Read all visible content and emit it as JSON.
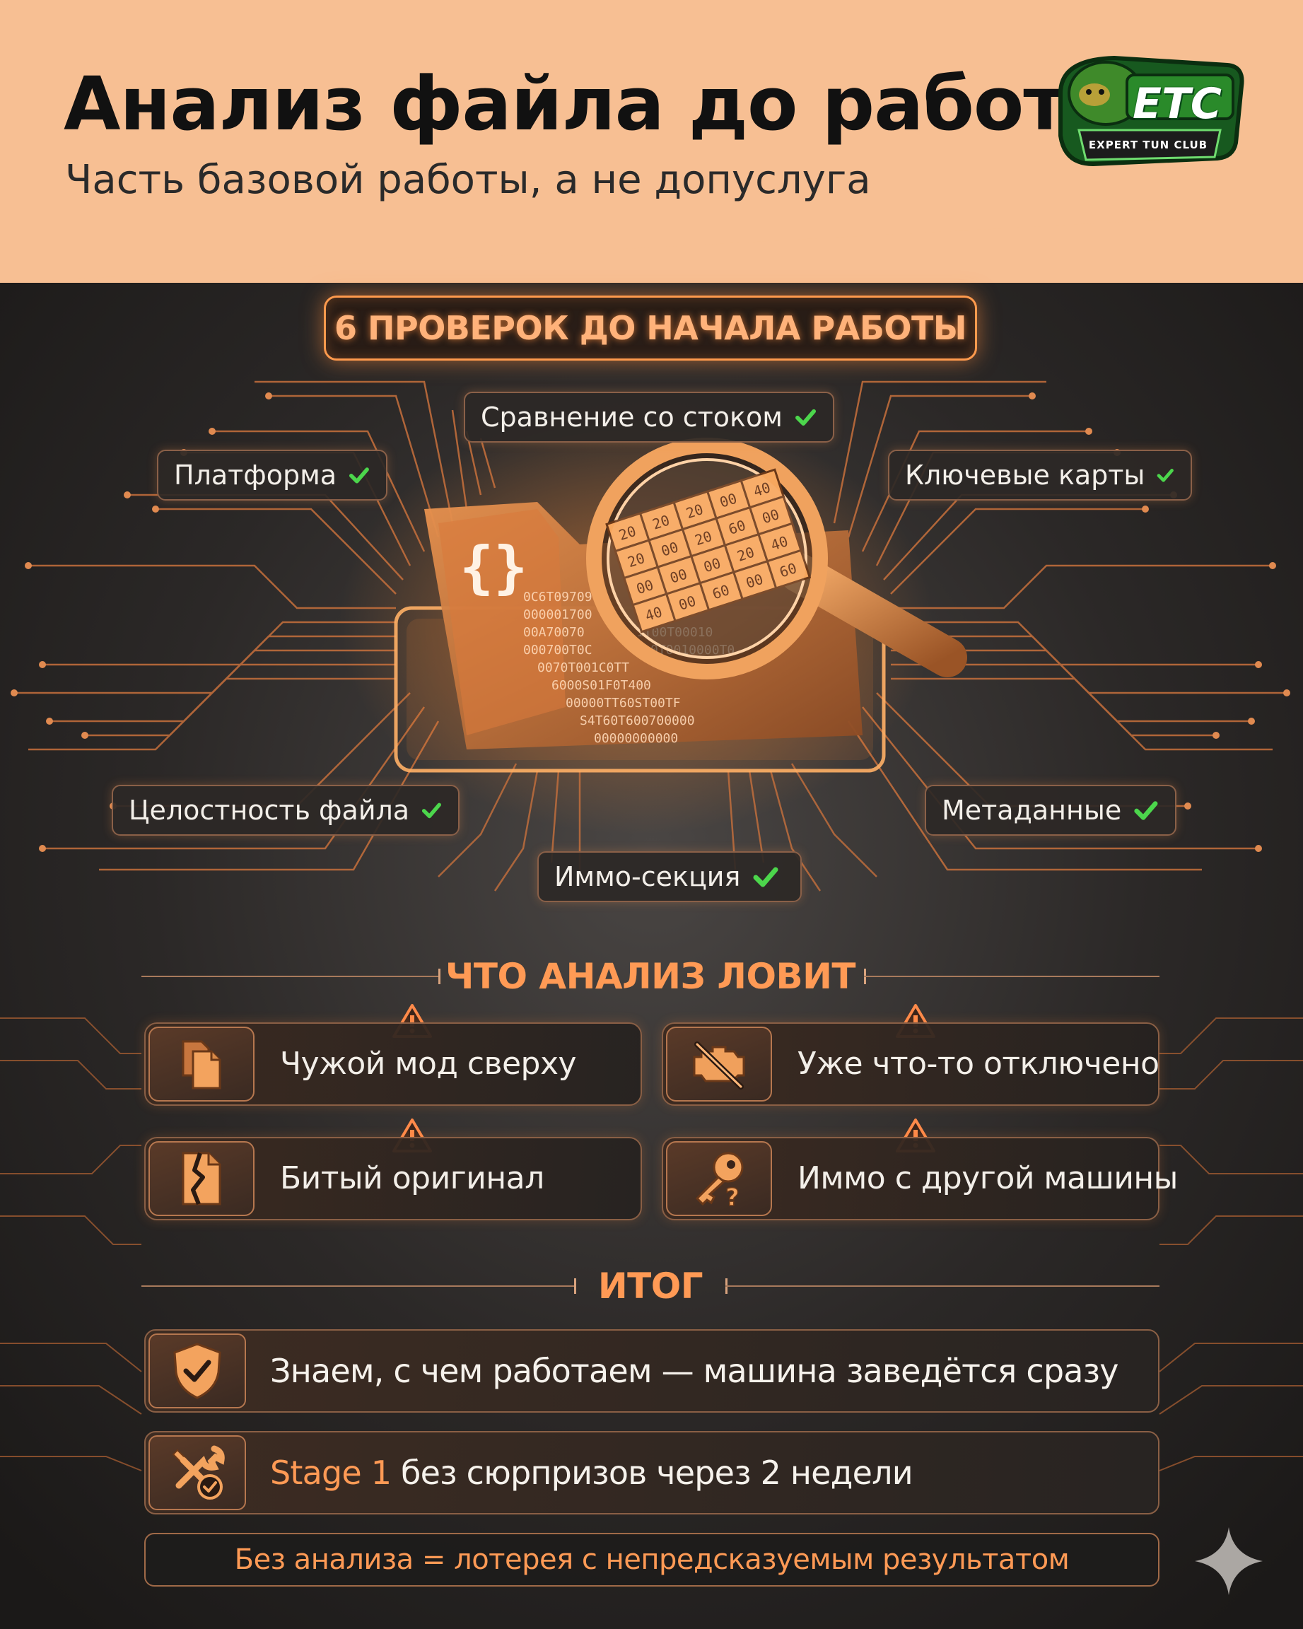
{
  "header": {
    "title": "Анализ файла до работы",
    "subtitle": "Часть базовой работы, а не допуслуга",
    "logo": {
      "main": "ETC",
      "caption": "EXPERT TUN CLUB",
      "icon": "turtle-logo-icon"
    }
  },
  "checks": {
    "heading": "6 ПРОВЕРОК ДО НАЧАЛА РАБОТЫ",
    "items": [
      {
        "label": "Сравнение со стоком",
        "icon": "check-icon"
      },
      {
        "label": "Платформа",
        "icon": "check-icon"
      },
      {
        "label": "Ключевые карты",
        "icon": "check-icon"
      },
      {
        "label": "Целостность файла",
        "icon": "check-icon"
      },
      {
        "label": "Метаданные",
        "icon": "check-icon"
      },
      {
        "label": "Иммо-секция",
        "icon": "check-icon"
      }
    ],
    "illustration": "magnifier-over-file-icon"
  },
  "catches": {
    "heading": "ЧТО АНАЛИЗ ЛОВИТ",
    "items": [
      {
        "label": "Чужой мод сверху",
        "icon": "copy-files-icon"
      },
      {
        "label": "Уже что-то отключено",
        "icon": "engine-disabled-icon"
      },
      {
        "label": "Битый оригинал",
        "icon": "broken-file-icon"
      },
      {
        "label": "Иммо с другой машины",
        "icon": "key-question-icon"
      }
    ],
    "warning_icon": "warning-triangle-icon"
  },
  "result": {
    "heading": "ИТОГ",
    "items": [
      {
        "text": "Знаем, с чем работаем — машина заведётся сразу",
        "icon": "shield-check-icon"
      },
      {
        "accent": "Stage 1",
        "text": " без сюрпризов через 2 недели",
        "icon": "tools-check-icon"
      }
    ],
    "footer": "Без анализа = лотерея с непредсказуемым результатом"
  },
  "colors": {
    "header_bg": "#f7bf93",
    "accent": "#ff9a55",
    "check": "#4cd64c",
    "dark_bg": "#1f1d1c"
  }
}
